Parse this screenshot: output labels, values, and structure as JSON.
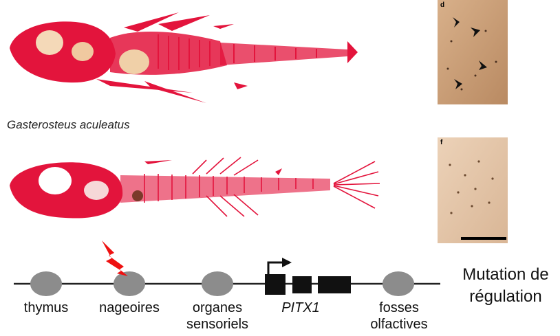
{
  "species_label": "Gasterosteus aculeatus",
  "photo_letters": {
    "top": "d",
    "bottom": "f"
  },
  "diagram_title": {
    "line1": "Mutation de",
    "line2": "régulation"
  },
  "elements": [
    {
      "id": "thymus",
      "line1": "thymus",
      "line2": ""
    },
    {
      "id": "nageoires",
      "line1": "nageoires",
      "line2": ""
    },
    {
      "id": "organes",
      "line1": "organes",
      "line2": "sensoriels"
    },
    {
      "id": "pitx1",
      "line1": "PITX1",
      "line2": ""
    },
    {
      "id": "fosses",
      "line1": "fosses",
      "line2": "olfactives"
    }
  ],
  "colors": {
    "bone_stain": "#e3143c",
    "enhancer": "#8c8c8c",
    "gene_exon": "#111111",
    "mutation_bolt": "#ee1111",
    "skin_dark": "#c79a72",
    "skin_light": "#e8c8a8"
  }
}
